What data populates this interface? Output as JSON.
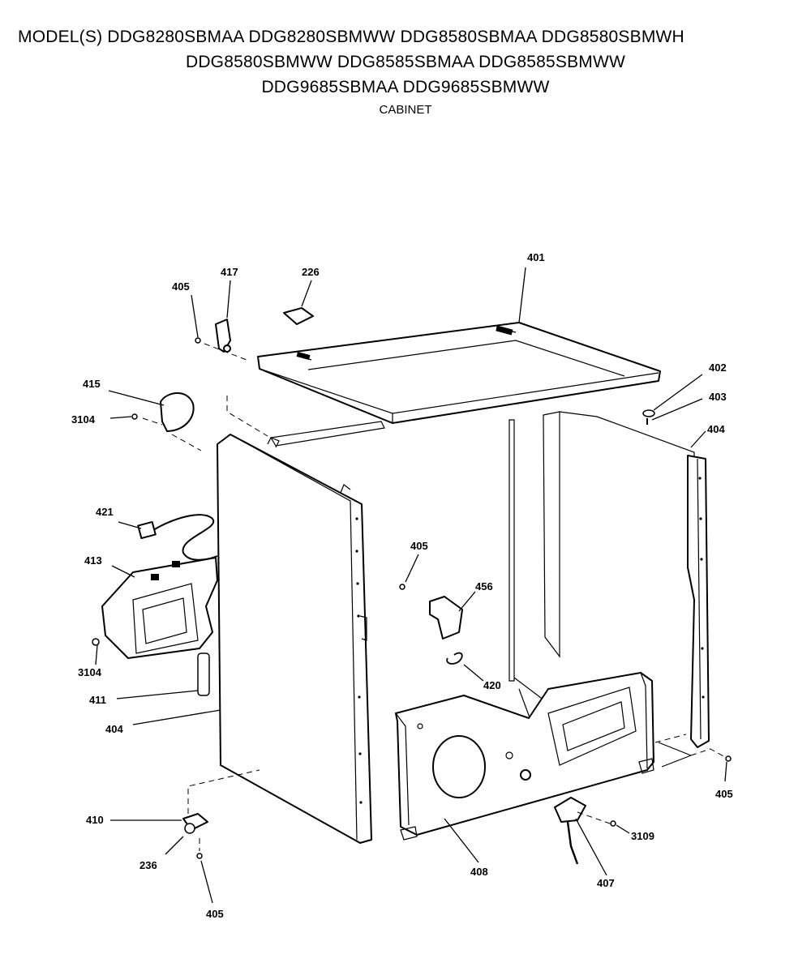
{
  "header": {
    "model_line1": "MODEL(S) DDG8280SBMAA  DDG8280SBMWW  DDG8580SBMAA  DDG8580SBMWH",
    "model_line2": "DDG8580SBMWW  DDG8585SBMAA  DDG8585SBMWW",
    "model_line3": "DDG9685SBMAA  DDG9685SBMWW",
    "section": "CABINET"
  },
  "callouts": {
    "c401": "401",
    "c226": "226",
    "c417": "417",
    "c405_top": "405",
    "c415": "415",
    "c3104_top": "3104",
    "c402": "402",
    "c403": "403",
    "c404_right": "404",
    "c421": "421",
    "c405_mid": "405",
    "c456": "456",
    "c413": "413",
    "c3104_left": "3104",
    "c420": "420",
    "c411": "411",
    "c404_left": "404",
    "c405_right": "405",
    "c410": "410",
    "c3109": "3109",
    "c236": "236",
    "c408": "408",
    "c407": "407",
    "c405_bottom": "405"
  }
}
